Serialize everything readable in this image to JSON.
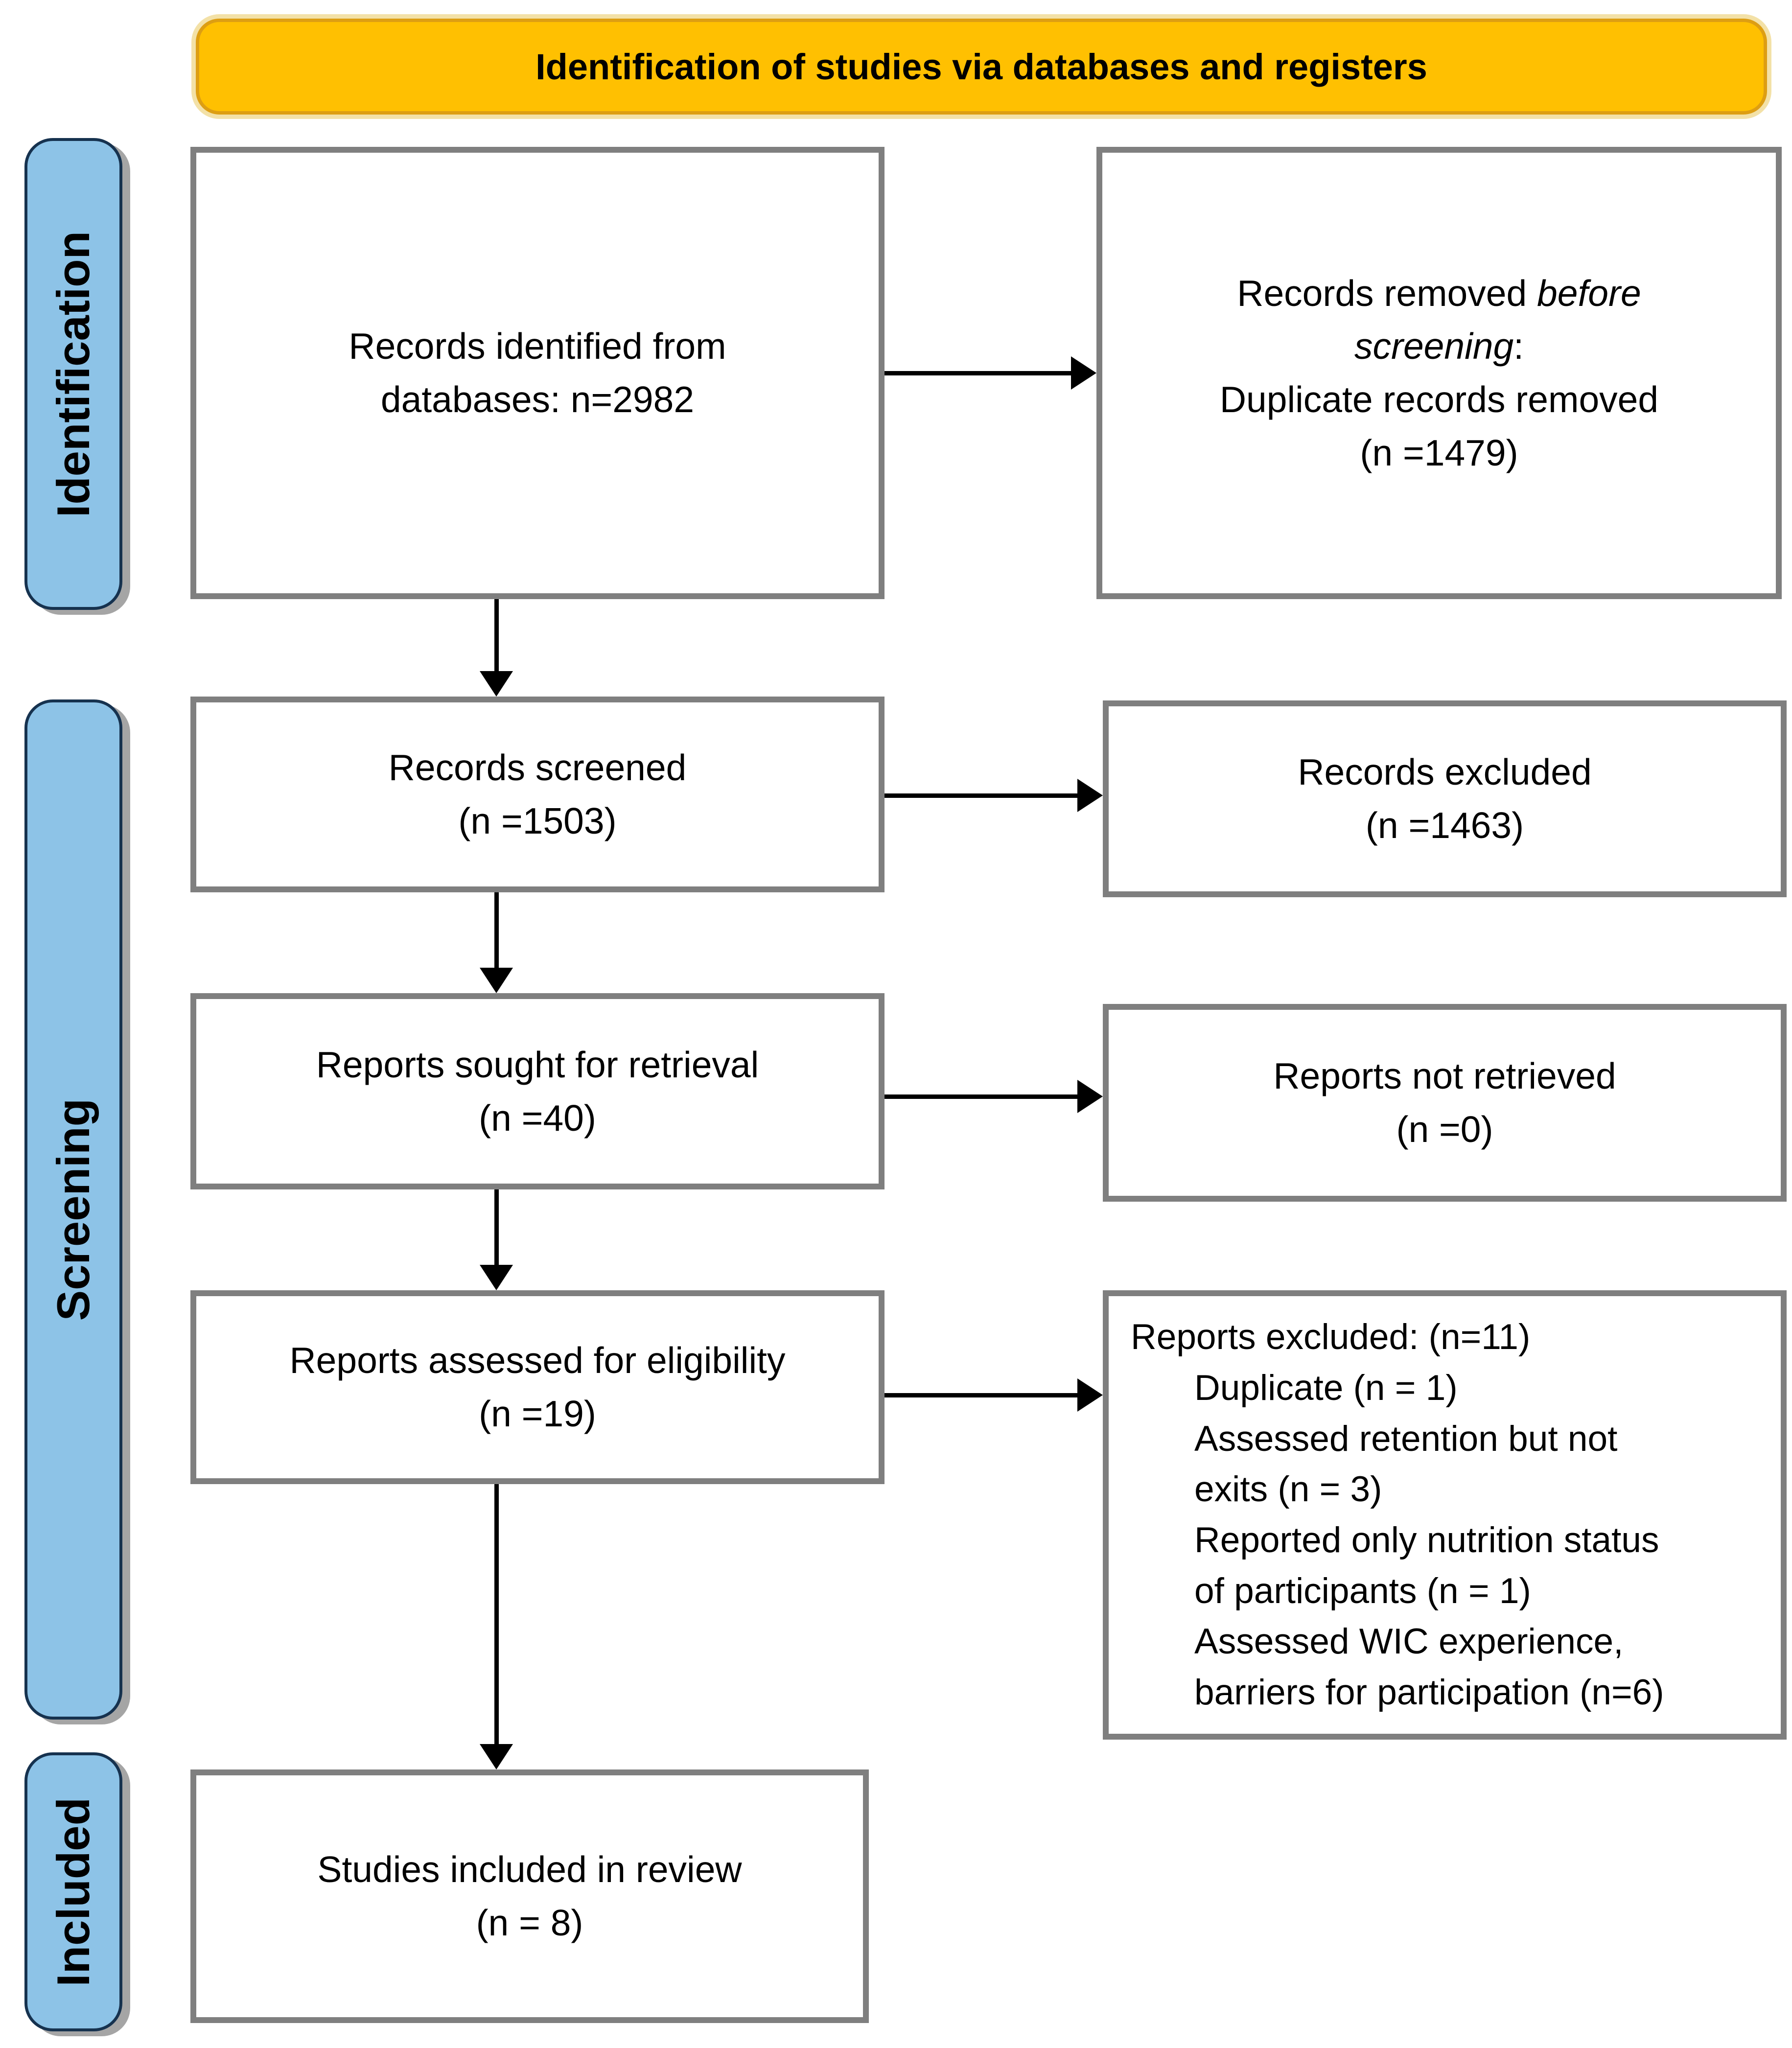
{
  "banner": {
    "label": "Identification of studies via databases and registers"
  },
  "stages": [
    {
      "label": "Identification"
    },
    {
      "label": "Screening"
    },
    {
      "label": "Included"
    }
  ],
  "boxes": {
    "identified": {
      "lines": [
        "Records identified from",
        "databases: n=2982"
      ]
    },
    "removed_before_screening": {
      "line1_pre": "Records removed ",
      "line1_italic": "before",
      "line2_italic": "screening",
      "line2_suffix": ":",
      "line3": "Duplicate records removed",
      "line4": "(n =1479)"
    },
    "screened": {
      "lines": [
        "Records screened",
        "(n =1503)"
      ]
    },
    "records_excluded": {
      "lines": [
        "Records excluded",
        "(n =1463)"
      ]
    },
    "sought": {
      "lines": [
        "Reports sought for retrieval",
        "(n =40)"
      ]
    },
    "not_retrieved": {
      "lines": [
        "Reports not retrieved",
        "(n =0)"
      ]
    },
    "assessed": {
      "lines": [
        "Reports assessed for eligibility",
        "(n =19)"
      ]
    },
    "reports_excluded": {
      "header": "Reports excluded: (n=11)",
      "lines": [
        "Duplicate (n = 1)",
        "Assessed retention but not",
        "exits (n = 3)",
        "Reported only nutrition status",
        "of participants (n = 1)",
        "Assessed WIC experience,",
        "barriers for participation (n=6)"
      ]
    },
    "included": {
      "lines": [
        "Studies included in review",
        "(n = 8)"
      ]
    }
  },
  "colors": {
    "banner_fill": "#FFC001",
    "banner_border": "#DD9E13",
    "banner_glow": "#F3E1A7",
    "stage_fill": "#8DC3E7",
    "stage_border": "#16324F",
    "stage_shadow": "#A5A5A5",
    "box_border": "#7F7F7F",
    "arrow_color": "#000000",
    "text_color": "#000000",
    "background": "#FFFFFF"
  }
}
